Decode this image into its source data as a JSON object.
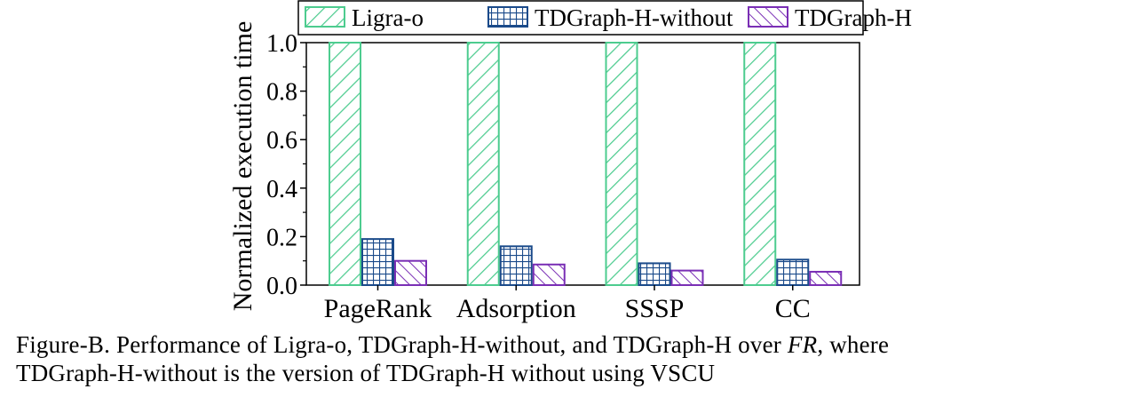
{
  "chart_data": {
    "type": "bar",
    "categories": [
      "PageRank",
      "Adsorption",
      "SSSP",
      "CC"
    ],
    "series": [
      {
        "name": "Ligra-o",
        "values": [
          1.0,
          1.0,
          1.0,
          1.0
        ],
        "color": "#4dcc8f",
        "pattern": "diagonal-right"
      },
      {
        "name": "TDGraph-H-without",
        "values": [
          0.19,
          0.16,
          0.09,
          0.105
        ],
        "color": "#1a4a8a",
        "pattern": "grid"
      },
      {
        "name": "TDGraph-H",
        "values": [
          0.1,
          0.085,
          0.06,
          0.055
        ],
        "color": "#7a2fb5",
        "pattern": "diagonal-left"
      }
    ],
    "ylabel": "Normalized execution time",
    "ylim": [
      0,
      1.0
    ],
    "yticks": [
      "0.0",
      "0.2",
      "0.4",
      "0.6",
      "0.8",
      "1.0"
    ],
    "legend_position": "top"
  },
  "caption": {
    "line1_a": "Figure-B. Performance of Ligra-o, TDGraph-H-without, and TDGraph-H over ",
    "line1_em": "FR",
    "line1_b": ", where",
    "line2": "TDGraph-H-without is the version of TDGraph-H without using VSCU"
  }
}
